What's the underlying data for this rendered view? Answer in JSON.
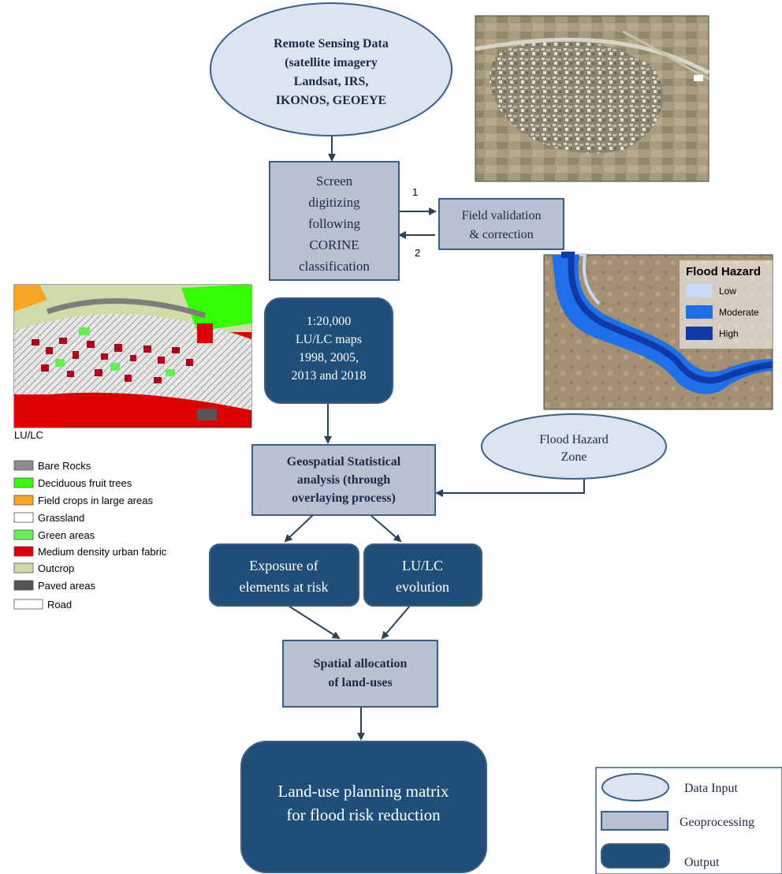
{
  "colors": {
    "data_input_fill": "#dce4f2",
    "geoprocessing_fill": "#b8c0d1",
    "output_fill": "#1f4e79",
    "border": "#3b5f86",
    "arrow": "#2e4156"
  },
  "nodes": {
    "remote_sensing": [
      "Remote Sensing Data",
      "(satellite imagery",
      "Landsat, IRS,",
      "IKONOS, GEOEYE"
    ],
    "screen_digitizing": [
      "Screen",
      "digitizing",
      "following",
      "CORINE",
      "classification"
    ],
    "field_validation": [
      "Field validation",
      "& correction"
    ],
    "lulc_maps": [
      "1:20,000",
      "LU/LC maps",
      "1998, 2005,",
      "2013 and 2018"
    ],
    "flood_hazard_zone": [
      "Flood Hazard",
      "Zone"
    ],
    "geospatial_analysis": [
      "Geospatial Statistical",
      "analysis (through",
      "overlaying process)"
    ],
    "exposure": [
      "Exposure of",
      "elements at risk"
    ],
    "lulc_evolution": [
      "LU/LC",
      "evolution"
    ],
    "spatial_allocation": [
      "Spatial allocation",
      "of land-uses"
    ],
    "planning_matrix": [
      "Land-use planning matrix",
      "for flood risk reduction"
    ]
  },
  "arrow_labels": {
    "to_field": "1",
    "from_field": "2"
  },
  "lulc_legend": {
    "title": "LU/LC",
    "items": [
      {
        "label": "Bare Rocks",
        "color": "#8c8c8c"
      },
      {
        "label": "Deciduous fruit trees",
        "color": "#33ff00"
      },
      {
        "label": "Field crops in large areas",
        "color": "#f5a623"
      },
      {
        "label": "Grassland",
        "color": "#ffffff"
      },
      {
        "label": "Green areas",
        "color": "#66ee55"
      },
      {
        "label": "Medium density urban fabric",
        "color": "#dd0000"
      },
      {
        "label": "Outcrop",
        "color": "#cfdcaa"
      },
      {
        "label": "Paved areas",
        "color": "#555555"
      },
      {
        "label": "Road",
        "color": "#ffffff"
      }
    ]
  },
  "flood_legend": {
    "title": "Flood Hazard",
    "items": [
      {
        "label": "Low",
        "color": "#c9d8f5"
      },
      {
        "label": "Moderate",
        "color": "#1f6fe8"
      },
      {
        "label": "High",
        "color": "#0f3aa8"
      }
    ]
  },
  "shape_legend": {
    "items": [
      {
        "label": "Data Input",
        "shape": "ellipse"
      },
      {
        "label": "Geoprocessing",
        "shape": "rect"
      },
      {
        "label": "Output",
        "shape": "rounded-rect"
      }
    ]
  }
}
